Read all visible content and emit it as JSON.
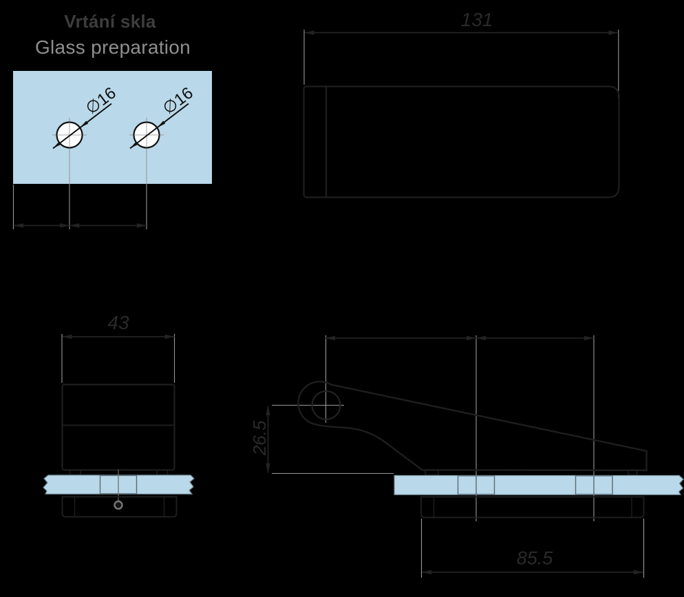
{
  "title": {
    "cs": "Vrtání skla",
    "en": "Glass preparation"
  },
  "dimensions": {
    "hole1_diameter": "∅16",
    "hole2_diameter": "∅16",
    "front_width": "131",
    "side_width": "43",
    "profile_height": "26.5",
    "base_length": "85.5"
  },
  "colors": {
    "background": "#000000",
    "glass_fill": "#b9d8e9",
    "glass_edge": "#6f838e",
    "part_outline": "#1e1e1e",
    "dimension_line": "#232323",
    "dimension_text": "#2a2a2a",
    "centerline_gray": "#999999",
    "title_cs_color": "#3d3d3d",
    "title_en_color": "#8f8f8f",
    "hole_callout": "#0f0f0f"
  }
}
